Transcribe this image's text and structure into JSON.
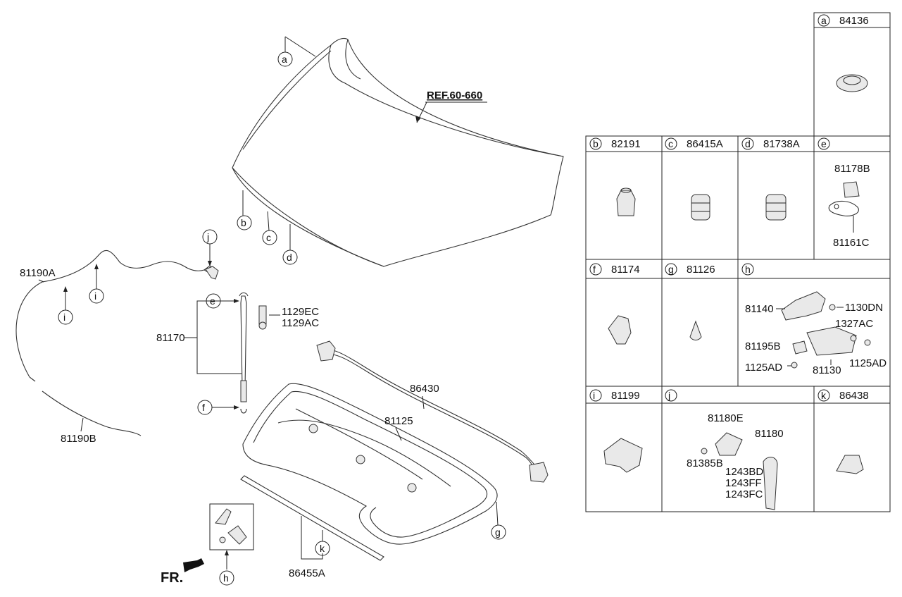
{
  "diagram": {
    "ref_label": "REF.60-660",
    "front_label": "FR.",
    "callouts": {
      "a": "a",
      "b": "b",
      "c": "c",
      "d": "d",
      "e": "e",
      "f": "f",
      "g": "g",
      "h": "h",
      "i": "i",
      "j": "j",
      "k": "k"
    },
    "parts": {
      "cable_upper": "81190A",
      "cable_lower": "81190B",
      "stay_assembly": "81170",
      "bolt_1": "1129EC",
      "bolt_2": "1129AC",
      "weatherstrip": "86430",
      "insulator": "81125",
      "seal_strip": "86455A"
    }
  },
  "table": {
    "cells": [
      {
        "key": "a",
        "part": "84136"
      },
      {
        "key": "b",
        "part": "82191"
      },
      {
        "key": "c",
        "part": "86415A"
      },
      {
        "key": "d",
        "part": "81738A"
      },
      {
        "key": "e",
        "part": ""
      },
      {
        "key": "f",
        "part": "81174"
      },
      {
        "key": "g",
        "part": "81126"
      },
      {
        "key": "h",
        "part": ""
      },
      {
        "key": "i",
        "part": "81199"
      },
      {
        "key": "j",
        "part": ""
      },
      {
        "key": "k",
        "part": "86438"
      }
    ],
    "e_parts": {
      "p1": "81178B",
      "p2": "81161C"
    },
    "h_parts": {
      "p1": "81140",
      "p2": "1130DN",
      "p3": "1327AC",
      "p4": "81195B",
      "p5": "1125AD",
      "p6": "81130",
      "p7": "1125AD"
    },
    "j_parts": {
      "p1": "81180E",
      "p2": "81180",
      "p3": "81385B",
      "p4": "1243BD",
      "p5": "1243FF",
      "p6": "1243FC"
    }
  }
}
